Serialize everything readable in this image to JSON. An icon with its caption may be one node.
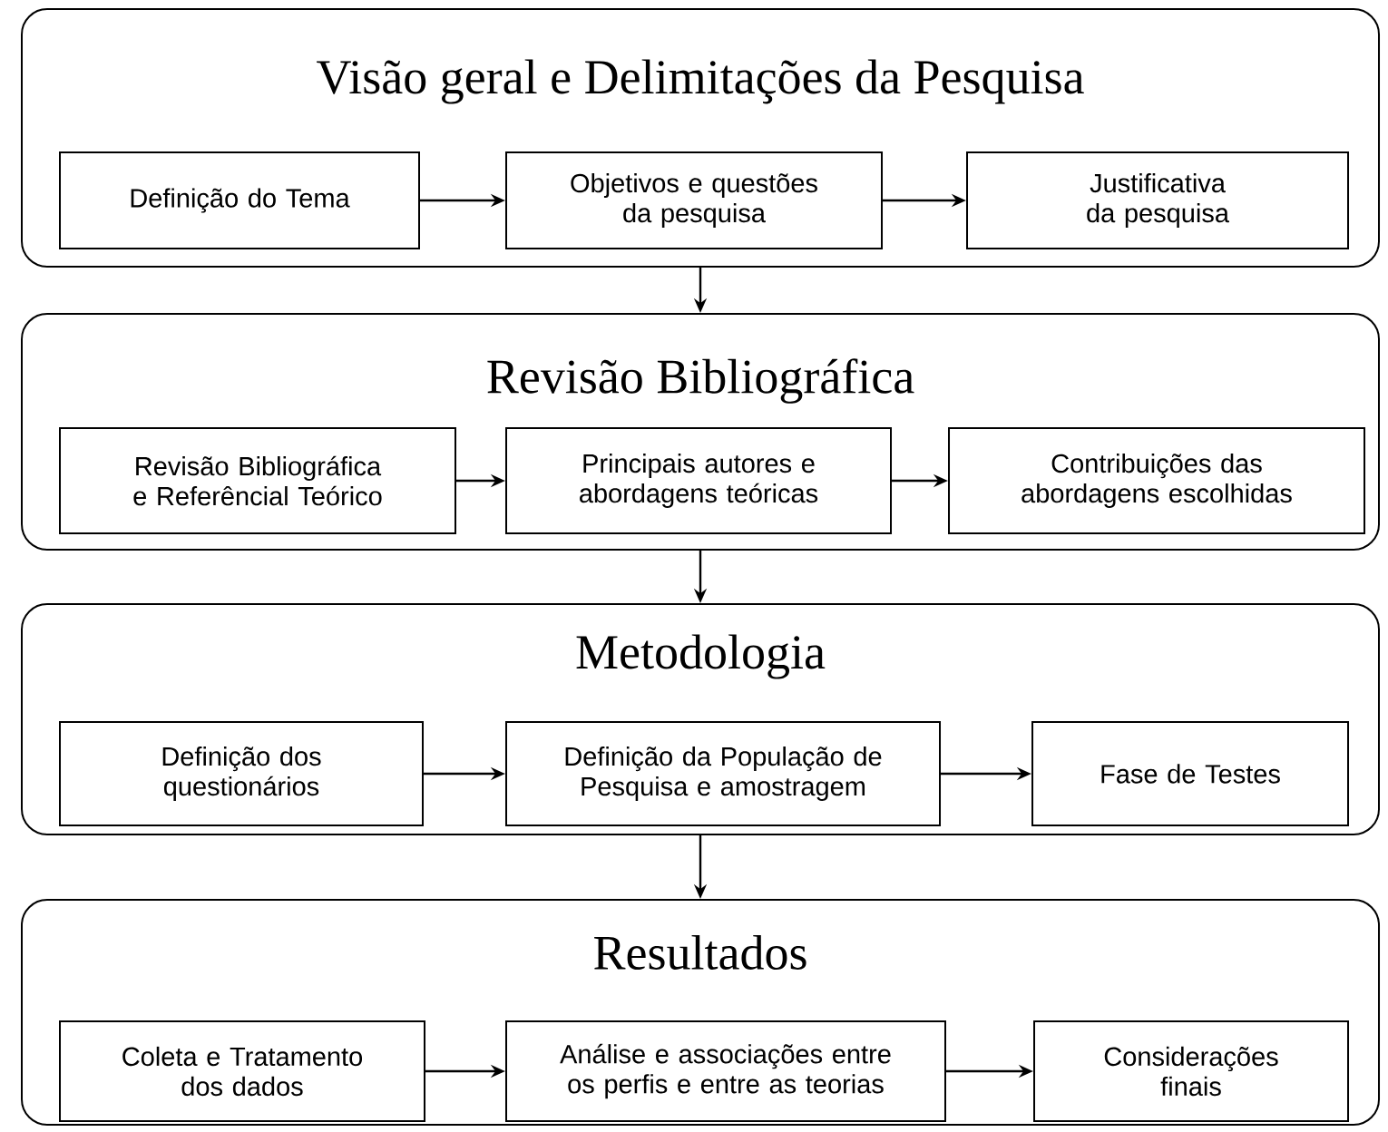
{
  "diagram": {
    "nodes": [
      {
        "text": [
          "Visão geral e Delimitações da Pesquisa"
        ]
      },
      {
        "text": [
          "Definição do Tema"
        ],
        "in": 0
      },
      {
        "text": [
          "Objetivos e questões da pesquisa"
        ],
        "in": 0
      },
      {
        "text": [
          "Justificativa da pesquisa"
        ],
        "in": 0
      },
      {
        "text": [
          "Revisão Bibliográfica"
        ]
      },
      {
        "text": [
          "Revisão Bibliográfica e Referêncial Teórico"
        ],
        "in": 4
      },
      {
        "text": [
          "Principais autores e abordagens teóricas"
        ],
        "in": 4
      },
      {
        "text": [
          "Contribuições das abordagens escolhidas"
        ],
        "in": 4
      },
      {
        "text": [
          "Metodologia"
        ]
      },
      {
        "text": [
          "Definição dos questionários"
        ],
        "in": 8
      },
      {
        "text": [
          "Definição da População de Pesquisa e amostragem"
        ],
        "in": 8
      },
      {
        "text": [
          "Fase de Testes"
        ],
        "in": 8
      },
      {
        "text": [
          "Resultados"
        ]
      },
      {
        "text": [
          "Coleta e Tratamento dos dados"
        ],
        "in": 12
      },
      {
        "text": [
          "Análise e associações entre os perfis e entre as teorias"
        ],
        "in": 12
      },
      {
        "text": [
          "Considerações finais"
        ],
        "in": 12
      }
    ],
    "edges": [
      {
        "from": 1,
        "to": 2,
        "arrow": "to"
      },
      {
        "from": 2,
        "to": 3,
        "arrow": "to"
      },
      {
        "from": 0,
        "to": 4,
        "arrow": "to"
      },
      {
        "from": 5,
        "to": 6,
        "arrow": "to"
      },
      {
        "from": 6,
        "to": 7,
        "arrow": "to"
      },
      {
        "from": 4,
        "to": 8,
        "arrow": "to"
      },
      {
        "from": 9,
        "to": 10,
        "arrow": "to"
      },
      {
        "from": 10,
        "to": 11,
        "arrow": "to"
      },
      {
        "from": 8,
        "to": 12,
        "arrow": "to"
      },
      {
        "from": 13,
        "to": 14,
        "arrow": "to"
      },
      {
        "from": 14,
        "to": 15,
        "arrow": "to"
      }
    ]
  }
}
